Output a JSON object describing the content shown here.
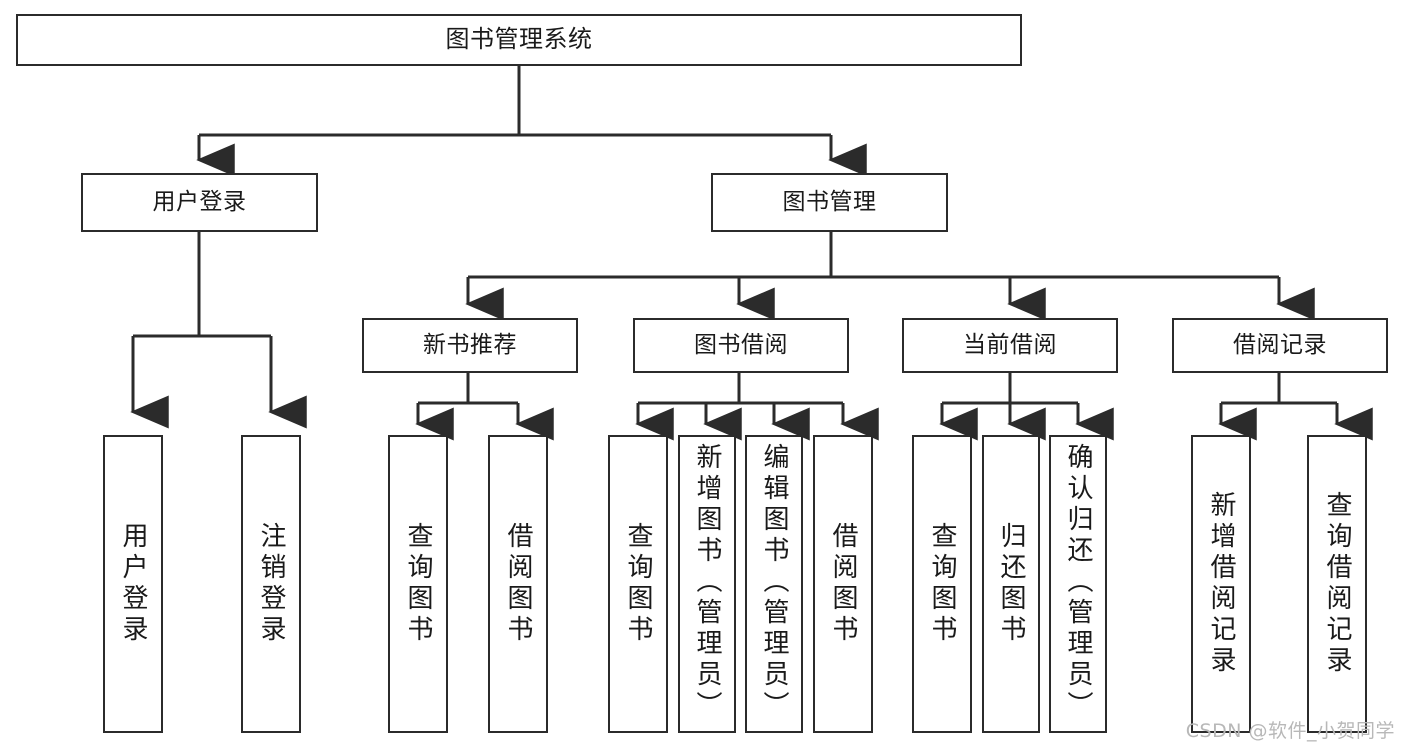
{
  "diagram": {
    "title": "图书管理系统",
    "type": "tree",
    "watermark": "CSDN @软件_小贺同学",
    "colors": {
      "box_border": "#2b2b2b",
      "box_fill": "#ffffff",
      "connector": "#2b2b2b",
      "text": "#1a1a1a",
      "watermark": "#b8b8b8",
      "background": "#ffffff"
    },
    "nodes": {
      "root": {
        "label": "图书管理系统"
      },
      "level2": [
        {
          "id": "user-login",
          "label": "用户登录"
        },
        {
          "id": "book-manage",
          "label": "图书管理"
        }
      ],
      "level3": [
        {
          "id": "new-book-rec",
          "label": "新书推荐"
        },
        {
          "id": "book-borrow",
          "label": "图书借阅"
        },
        {
          "id": "current-borrow",
          "label": "当前借阅"
        },
        {
          "id": "borrow-record",
          "label": "借阅记录"
        }
      ],
      "leaves": [
        {
          "id": "leaf-user-login",
          "label": "用户登录",
          "parent": "用户登录"
        },
        {
          "id": "leaf-logout",
          "label": "注销登录",
          "parent": "用户登录"
        },
        {
          "id": "leaf-query-book-1",
          "label": "查询图书",
          "parent": "新书推荐"
        },
        {
          "id": "leaf-borrow-book-1",
          "label": "借阅图书",
          "parent": "新书推荐"
        },
        {
          "id": "leaf-query-book-2",
          "label": "查询图书",
          "parent": "图书借阅"
        },
        {
          "id": "leaf-add-book",
          "label": "新增图书（管理员）",
          "parent": "图书借阅"
        },
        {
          "id": "leaf-edit-book",
          "label": "编辑图书（管理员）",
          "parent": "图书借阅"
        },
        {
          "id": "leaf-borrow-book-2",
          "label": "借阅图书",
          "parent": "图书借阅"
        },
        {
          "id": "leaf-query-book-3",
          "label": "查询图书",
          "parent": "当前借阅"
        },
        {
          "id": "leaf-return-book",
          "label": "归还图书",
          "parent": "当前借阅"
        },
        {
          "id": "leaf-confirm-return",
          "label": "确认归还（管理员）",
          "parent": "当前借阅"
        },
        {
          "id": "leaf-add-record",
          "label": "新增借阅记录",
          "parent": "借阅记录"
        },
        {
          "id": "leaf-query-record",
          "label": "查询借阅记录",
          "parent": "借阅记录"
        }
      ]
    }
  }
}
